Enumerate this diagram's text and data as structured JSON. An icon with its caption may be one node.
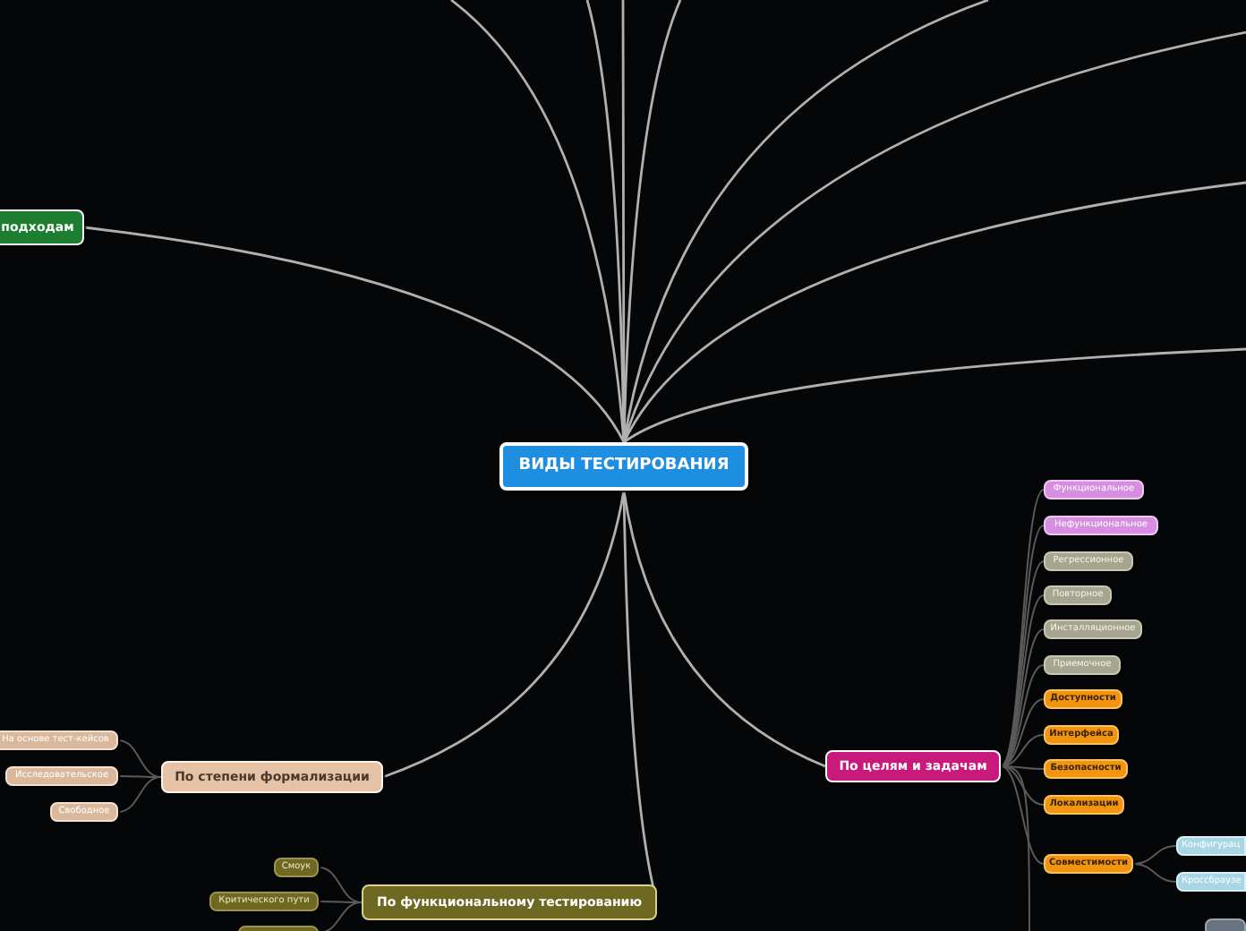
{
  "diagram": {
    "nodes": [
      {
        "text": [
          "ВИДЫ ТЕСТИРОВАНИЯ"
        ]
      },
      {
        "text": [
          "подходам"
        ]
      },
      {
        "text": [
          "По степени формализации"
        ]
      },
      {
        "text": [
          "На основе тест-кейсов"
        ]
      },
      {
        "text": [
          "Исследовательское"
        ]
      },
      {
        "text": [
          "Свободное"
        ]
      },
      {
        "text": [
          "По функциональному тестированию"
        ]
      },
      {
        "text": [
          "Смоук"
        ]
      },
      {
        "text": [
          "Критического пути"
        ]
      },
      {
        "text": [],
        "shape": "box"
      },
      {
        "text": [
          "По целям и задачам"
        ]
      },
      {
        "text": [
          "Функциональное"
        ]
      },
      {
        "text": [
          "Нефункциональное"
        ]
      },
      {
        "text": [
          "Регрессионное"
        ]
      },
      {
        "text": [
          "Повторное"
        ]
      },
      {
        "text": [
          "Инсталляционное"
        ]
      },
      {
        "text": [
          "Приемочное"
        ]
      },
      {
        "text": [
          "Доступности"
        ]
      },
      {
        "text": [
          "Интерфейса"
        ]
      },
      {
        "text": [
          "Безопасности"
        ]
      },
      {
        "text": [
          "Локализации"
        ]
      },
      {
        "text": [
          "Совместимости"
        ]
      },
      {
        "text": [
          "Конфигурац"
        ]
      },
      {
        "text": [
          "Кроссбраузе"
        ]
      },
      {
        "text": [],
        "shape": "box"
      }
    ],
    "edges": [
      {
        "from": 0,
        "to": null,
        "arrow": "none",
        "color": "#b0b0b0"
      },
      {
        "from": 0,
        "to": null,
        "arrow": "none",
        "color": "#b0b0b0"
      },
      {
        "from": 0,
        "to": null,
        "arrow": "none",
        "color": "#b0b0b0"
      },
      {
        "from": 0,
        "to": null,
        "arrow": "none",
        "color": "#b0b0b0"
      },
      {
        "from": 0,
        "to": null,
        "arrow": "none",
        "color": "#b0b0b0"
      },
      {
        "from": 0,
        "to": null,
        "arrow": "none",
        "color": "#b0b0b0"
      },
      {
        "from": 0,
        "to": null,
        "arrow": "none",
        "color": "#b0b0b0"
      },
      {
        "from": 0,
        "to": null,
        "arrow": "none",
        "color": "#b0b0b0"
      },
      {
        "from": 0,
        "to": 1,
        "arrow": "none",
        "color": "#b0b0b0"
      },
      {
        "from": 0,
        "to": 2,
        "arrow": "none",
        "color": "#b0b0b0"
      },
      {
        "from": 0,
        "to": 6,
        "arrow": "none",
        "color": "#b0b0b0"
      },
      {
        "from": 0,
        "to": 10,
        "arrow": "none",
        "color": "#b0b0b0"
      },
      {
        "from": 2,
        "to": 3,
        "arrow": "none"
      },
      {
        "from": 2,
        "to": 4,
        "arrow": "none"
      },
      {
        "from": 2,
        "to": 5,
        "arrow": "none"
      },
      {
        "from": 6,
        "to": 7,
        "arrow": "none"
      },
      {
        "from": 6,
        "to": 8,
        "arrow": "none"
      },
      {
        "from": 6,
        "to": 9,
        "arrow": "none"
      },
      {
        "from": 10,
        "to": 11,
        "arrow": "none"
      },
      {
        "from": 10,
        "to": 12,
        "arrow": "none"
      },
      {
        "from": 10,
        "to": 13,
        "arrow": "none"
      },
      {
        "from": 10,
        "to": 14,
        "arrow": "none"
      },
      {
        "from": 10,
        "to": 15,
        "arrow": "none"
      },
      {
        "from": 10,
        "to": 16,
        "arrow": "none"
      },
      {
        "from": 10,
        "to": 17,
        "arrow": "none"
      },
      {
        "from": 10,
        "to": 18,
        "arrow": "none"
      },
      {
        "from": 10,
        "to": 19,
        "arrow": "none"
      },
      {
        "from": 10,
        "to": 20,
        "arrow": "none"
      },
      {
        "from": 10,
        "to": 21,
        "arrow": "none"
      },
      {
        "from": 10,
        "to": null,
        "arrow": "none"
      },
      {
        "from": 21,
        "to": 22,
        "arrow": "none"
      },
      {
        "from": 21,
        "to": 23,
        "arrow": "none"
      }
    ]
  }
}
